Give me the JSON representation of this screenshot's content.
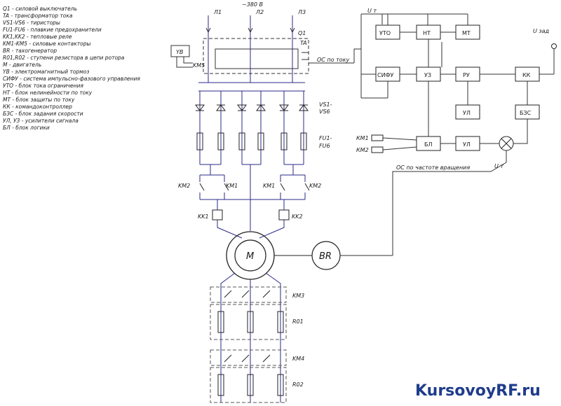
{
  "legend": [
    "Q1 - силовой выключатель",
    "TA - трансформатор тока",
    "VS1-VS6 - тиристоры",
    "FU1-FU6 - плавкие предохранители",
    "KK1,KK2 - тепловые реле",
    "KM1-KM5 - силовые контакторы",
    "BR - тахогенератор",
    "R01,R02 - ступени резистора в цепи ротора",
    "M - двигатель",
    "YB - электромагнитный тормоз",
    "СИФУ - система импульсно-фазового управления",
    "УТО - блок тока ограничения",
    "НТ - блок нелинейности по току",
    "МТ - блок защиты по току",
    "КК - командоконтроллер",
    "БЗС - блок задания скорости",
    "УЛ, УЗ - усилители сигнала",
    "БЛ - блок логики"
  ],
  "power": {
    "voltage": "~380 В",
    "phases": [
      "Л1",
      "Л2",
      "Л3"
    ],
    "q1": "Q1",
    "ta": "TA",
    "yb": "YB",
    "km5": "KM5",
    "vs": "VS1-\nVS6",
    "vs_1": "VS1-",
    "vs_2": "VS6",
    "fu_1": "FU1-",
    "fu_2": "FU6",
    "km2_left": "KM2",
    "km1_left": "KM1",
    "km1_right": "KM1",
    "km2_right": "KM2",
    "kk1": "KK1",
    "kk2": "KK2",
    "motor": "M",
    "tacho": "BR",
    "km3": "KM3",
    "r01": "R01",
    "km4": "KM4",
    "r02": "R02"
  },
  "control": {
    "u_top": "U т",
    "u_set": "U зад",
    "blocks": {
      "uto": "УТО",
      "nt": "НТ",
      "mt": "МТ",
      "sifu": "СИФУ",
      "uz": "УЗ",
      "ru": "РУ",
      "kk": "КК",
      "ul": "УЛ",
      "bzs": "БЗС",
      "bl": "БЛ",
      "ul2": "УЛ"
    },
    "ta_feedback": "ОС по току",
    "speed_feedback": "ОС по частоте вращения",
    "u_fb": "U т",
    "km1_out": "КМ1",
    "km2_out": "КМ2"
  },
  "watermark": "KursovoyRF.ru"
}
